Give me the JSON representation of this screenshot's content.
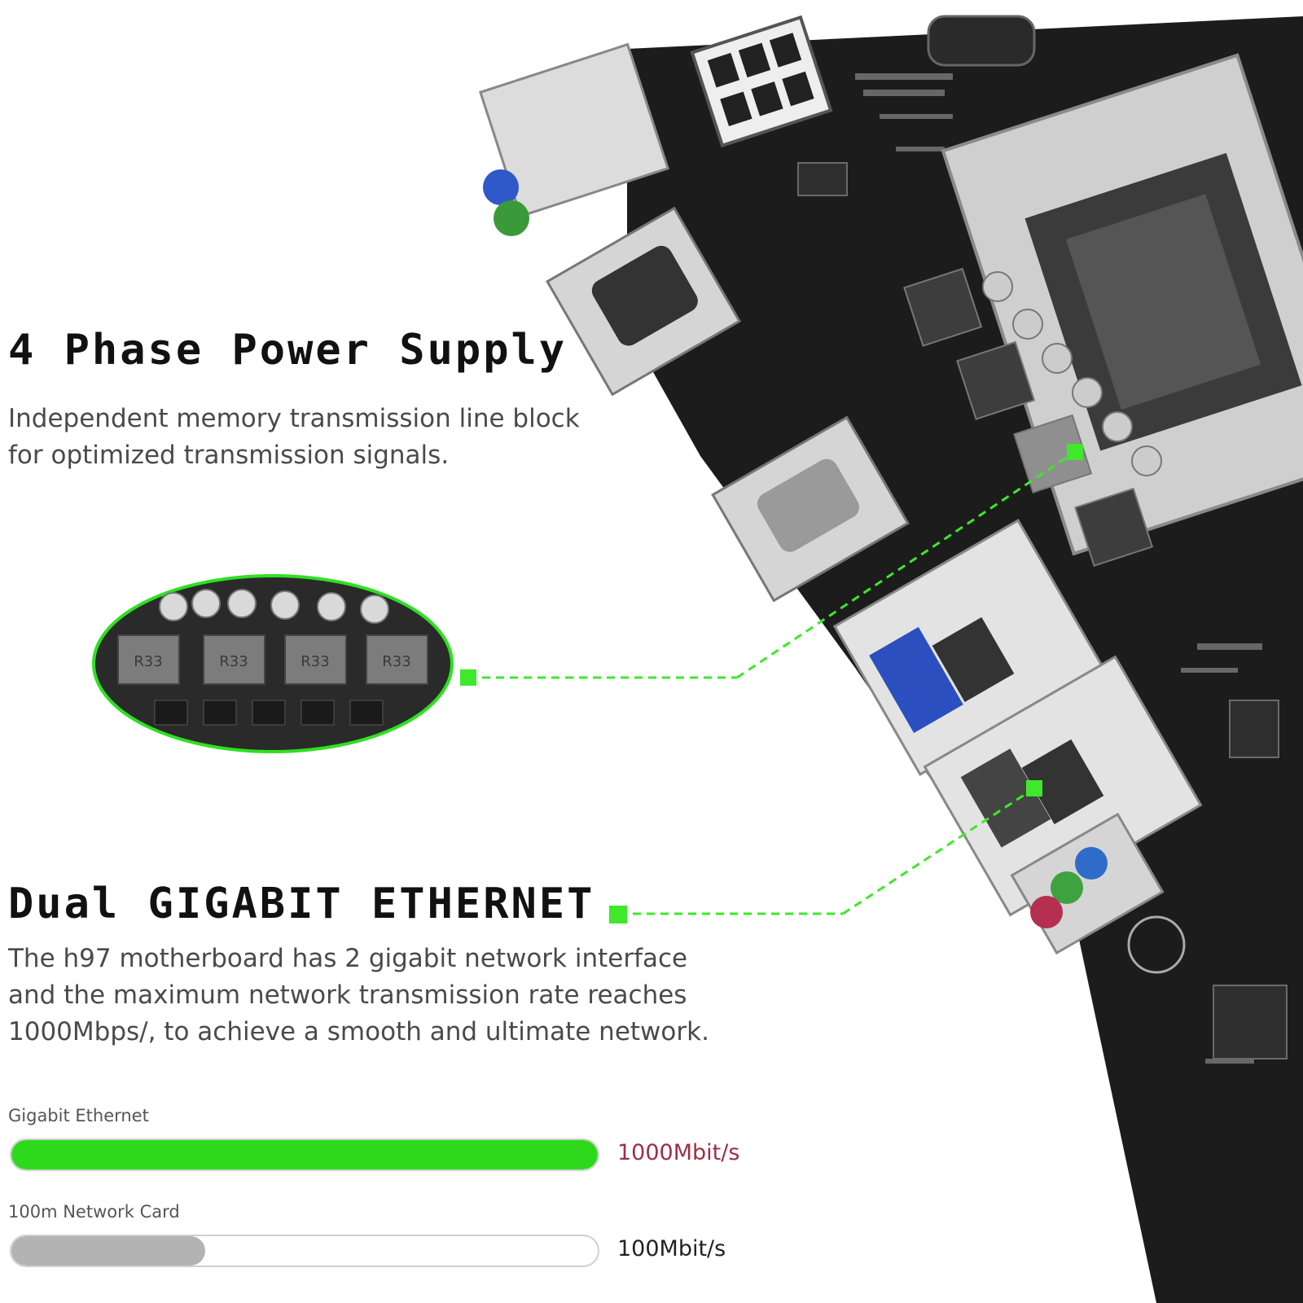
{
  "features": [
    {
      "title": "4 Phase Power Supply",
      "description_lines": [
        "Independent memory transmission line block",
        "for optimized transmission signals."
      ]
    },
    {
      "title": "Dual GIGABIT ETHERNET",
      "description_lines": [
        "The h97 motherboard has 2 gigabit network interface",
        "and the maximum network transmission rate reaches",
        "1000Mbps/, to achieve a smooth and ultimate network."
      ]
    }
  ],
  "comparison": [
    {
      "label": "Gigabit Ethernet",
      "value_text": "1000Mbit/s",
      "fill_fraction": 1.0,
      "fill_color": "#2ed91c",
      "value_color": "#9c2f45"
    },
    {
      "label": "100m Network Card",
      "value_text": "100Mbit/s",
      "fill_fraction": 0.33,
      "fill_color": "#b3b3b3",
      "value_color": "#222222"
    }
  ],
  "colors": {
    "accent": "#3ee82a",
    "board": "#1c1c1c"
  },
  "inset_chip_labels": [
    "R33",
    "R33",
    "R33",
    "R33"
  ]
}
